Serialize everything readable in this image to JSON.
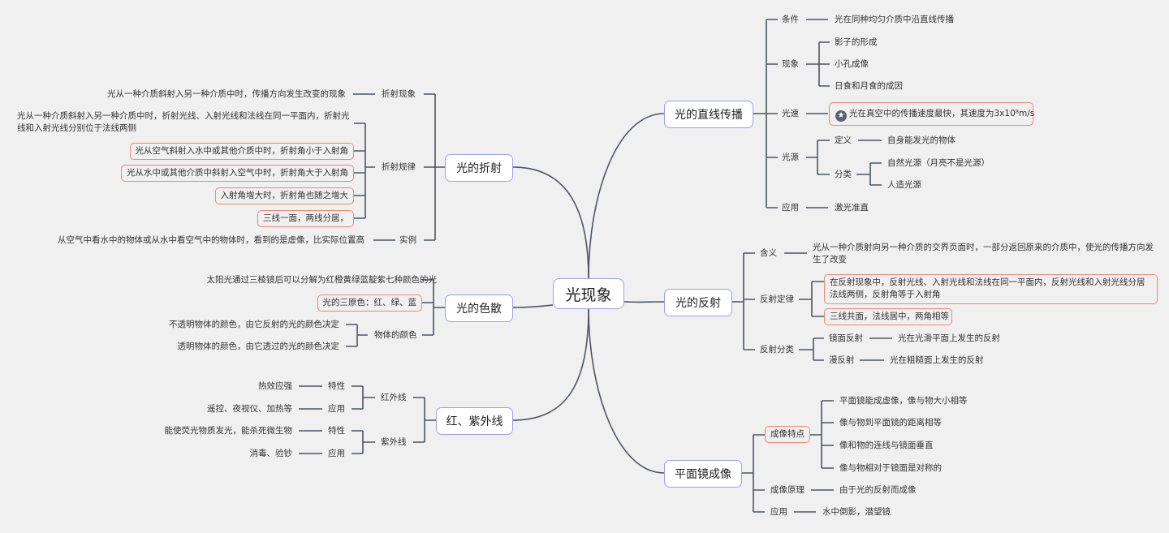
{
  "root": {
    "label": "光现象"
  },
  "colors": {
    "line": "#4e5563",
    "main_border": "#9da0e8",
    "highlight_border": "#e88a7a",
    "background": "#f0f0f0",
    "star_icon": "#5a6177"
  },
  "straight": {
    "label": "光的直线传播",
    "condition": {
      "label": "条件",
      "text": "光在同种均匀介质中沿直线传播"
    },
    "phenomenon": {
      "label": "现象",
      "items": [
        "影子的形成",
        "小孔成像",
        "日食和月食的成因"
      ]
    },
    "speed": {
      "label": "光速",
      "icon": "star-icon",
      "text": "光在真空中的传播速度最快，其速度为3x10⁸m/s"
    },
    "source": {
      "label": "光源",
      "definition": {
        "label": "定义",
        "text": "自身能发光的物体"
      },
      "classification": {
        "label": "分类",
        "items": [
          "自然光源（月亮不是光源）",
          "人造光源"
        ]
      }
    },
    "application": {
      "label": "应用",
      "text": "激光准直"
    }
  },
  "reflection": {
    "label": "光的反射",
    "meaning": {
      "label": "含义",
      "text": "光从一种介质射向另一种介质的交界页面时，一部分返回原来的介质中，使光的传播方向发生了改变"
    },
    "law": {
      "label": "反射定律",
      "items": [
        "在反射现象中，反射光线、入射光线和法线在同一平面内，反射光线和入射光线分居法线两侧，反射角等于入射角",
        "三线共面，法线居中，两角相等"
      ]
    },
    "types": {
      "label": "反射分类",
      "mirror": {
        "label": "镜面反射",
        "text": "光在光滑平面上发生的反射"
      },
      "diffuse": {
        "label": "漫反射",
        "text": "光在粗糙面上发生的反射"
      }
    }
  },
  "mirror": {
    "label": "平面镜成像",
    "features": {
      "label": "成像特点",
      "items": [
        "平面镜能成虚像，像与物大小相等",
        "像与物到平面镜的距离相等",
        "像和物的连线与镜面垂直",
        "像与物相对于镜面是对称的"
      ]
    },
    "principle": {
      "label": "成像原理",
      "text": "由于光的反射而成像"
    },
    "application": {
      "label": "应用",
      "text": "水中倒影，潜望镜"
    }
  },
  "refraction": {
    "label": "光的折射",
    "phenomenon": {
      "label": "折射现象",
      "text": "光从一种介质斜射入另一种介质中时，传播方向发生改变的现象"
    },
    "law": {
      "label": "折射规律",
      "items": [
        "光从一种介质斜射入另一种介质中时，折射光线、入射光线和法线在同一平面内，折射光线和入射光线分别位于法线两侧",
        "光从空气斜射入水中或其他介质中时，折射角小于入射角",
        "光从水中或其他介质中斜射入空气中时，折射角大于入射角",
        "入射角增大时，折射角也随之增大",
        "三线一面，两线分居，"
      ]
    },
    "example": {
      "label": "实例",
      "text": "从空气中看水中的物体或从水中看空气中的物体时，看到的是虚像，比实际位置高"
    }
  },
  "dispersion": {
    "label": "光的色散",
    "items": [
      "太阳光通过三棱镜后可以分解为红橙黄绿蓝靛紫七种颜色的光",
      "光的三原色：红、绿、蓝"
    ],
    "object_color": {
      "label": "物体的颜色",
      "items": [
        "不透明物体的颜色，由它反射的光的颜色决定",
        "透明物体的颜色，由它透过的光的颜色决定"
      ]
    }
  },
  "rays": {
    "label": "红、紫外线",
    "infrared": {
      "label": "红外线",
      "property": {
        "label": "特性",
        "text": "热效应强"
      },
      "application": {
        "label": "应用",
        "text": "遥控、夜视仪、加热等"
      }
    },
    "ultraviolet": {
      "label": "紫外线",
      "property": {
        "label": "特性",
        "text": "能使荧光物质发光，能杀死微生物"
      },
      "application": {
        "label": "应用",
        "text": "消毒、验钞"
      }
    }
  }
}
